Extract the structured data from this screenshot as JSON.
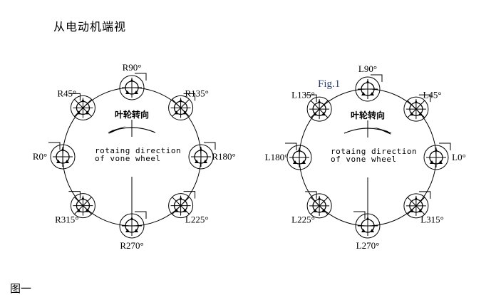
{
  "page": {
    "title": "从电动机端视",
    "caption": "图一",
    "fig_label": "Fig.1"
  },
  "diagrams": [
    {
      "id": "right-hand",
      "direction_label_cn": "叶轮转向",
      "direction_label_en_line1": "rotaing direction",
      "direction_label_en_line2": "of vone wheel",
      "rotation": "clockwise",
      "positions": [
        {
          "label": "R0°",
          "angle": 0
        },
        {
          "label": "R45°",
          "angle": 45
        },
        {
          "label": "R90°",
          "angle": 90
        },
        {
          "label": "R135°",
          "angle": 135
        },
        {
          "label": "R180°",
          "angle": 180
        },
        {
          "label": "L225°",
          "angle": 225
        },
        {
          "label": "R270°",
          "angle": 270
        },
        {
          "label": "R315°",
          "angle": 315
        }
      ]
    },
    {
      "id": "left-hand",
      "direction_label_cn": "叶轮转向",
      "direction_label_en_line1": "rotaing direction",
      "direction_label_en_line2": "of vone wheel",
      "rotation": "counterclockwise",
      "positions": [
        {
          "label": "L0°",
          "angle": 0
        },
        {
          "label": "L45°",
          "angle": 45
        },
        {
          "label": "L90°",
          "angle": 90
        },
        {
          "label": "L135°",
          "angle": 135
        },
        {
          "label": "L180°",
          "angle": 180
        },
        {
          "label": "L225°",
          "angle": 225
        },
        {
          "label": "L270°",
          "angle": 270
        },
        {
          "label": "L315°",
          "angle": 315
        }
      ]
    }
  ]
}
